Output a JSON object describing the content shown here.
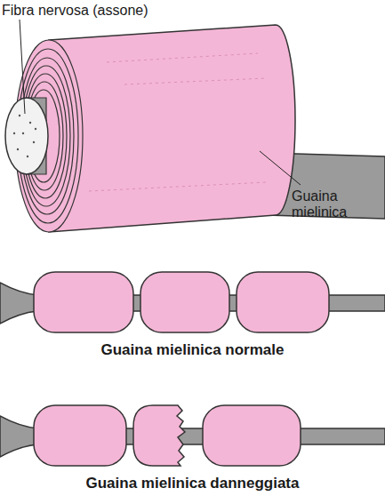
{
  "diagram": {
    "labels": [
      "Fibra nervosa (assone)",
      "Guaina mielinica",
      "Guaina mielinica normale",
      "Guaina mielinica danneggiata"
    ]
  }
}
